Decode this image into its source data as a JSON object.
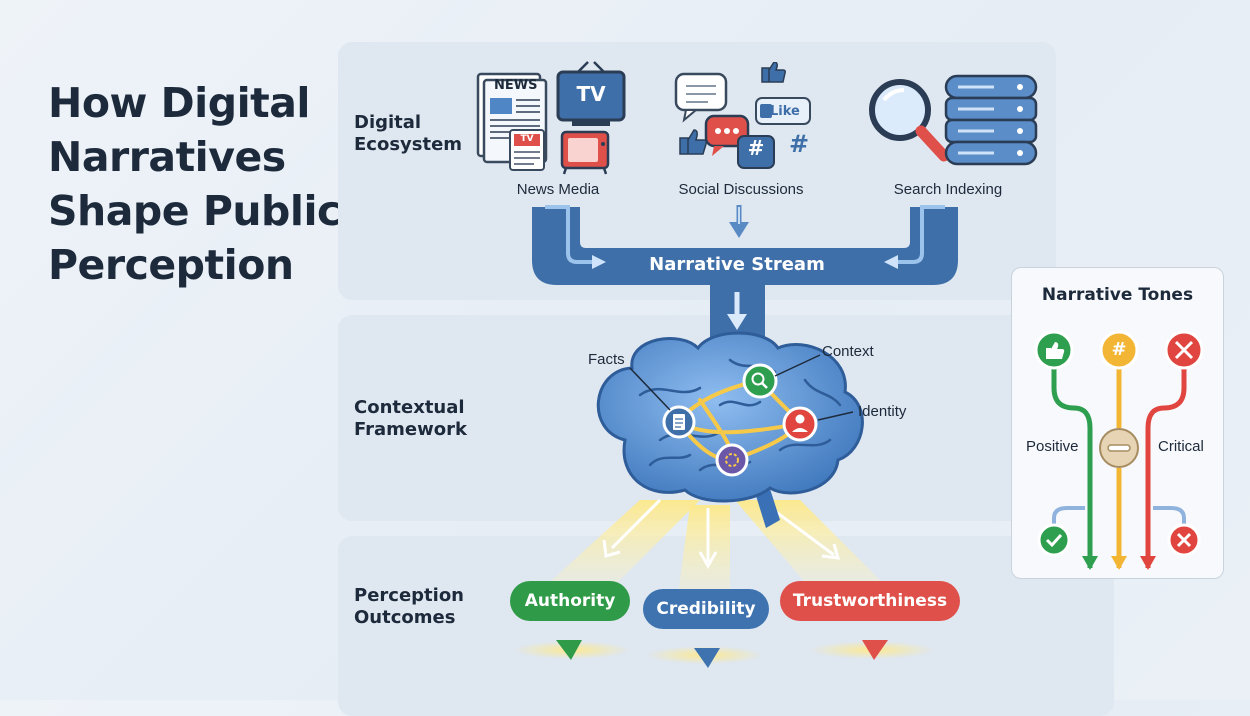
{
  "title": "How Digital Narratives Shape Public Perception",
  "stages": {
    "ecosystem": "Digital\nEcosystem",
    "framework": "Contextual\nFramework",
    "outcomes": "Perception\nOutcomes"
  },
  "sources": {
    "news_media": "News Media",
    "social_discussions": "Social Discussions",
    "search_indexing": "Search Indexing",
    "news_sign": "NEWS",
    "tv_sign": "TV",
    "tv_small": "TV",
    "like_tag": "Like",
    "hash_tag": "#"
  },
  "stream_label": "Narrative Stream",
  "brain_annotations": {
    "facts": "Facts",
    "context": "Context",
    "identity": "Identity"
  },
  "outcomes": [
    "Authority",
    "Credibility",
    "Trustworthiness"
  ],
  "tones": {
    "title": "Narrative Tones",
    "positive": "Positive",
    "critical": "Critical",
    "neutral_symbol": "#"
  },
  "colors": {
    "stream_blue": "#3f6fa8",
    "positive_green": "#2e9e4f",
    "neutral_amber": "#f3b534",
    "critical_red": "#e0453f",
    "authority_green": "#2f9a48",
    "credibility_blue": "#3e73b0",
    "trust_red": "#e0504a",
    "brain_blue": "#4f86c6"
  }
}
